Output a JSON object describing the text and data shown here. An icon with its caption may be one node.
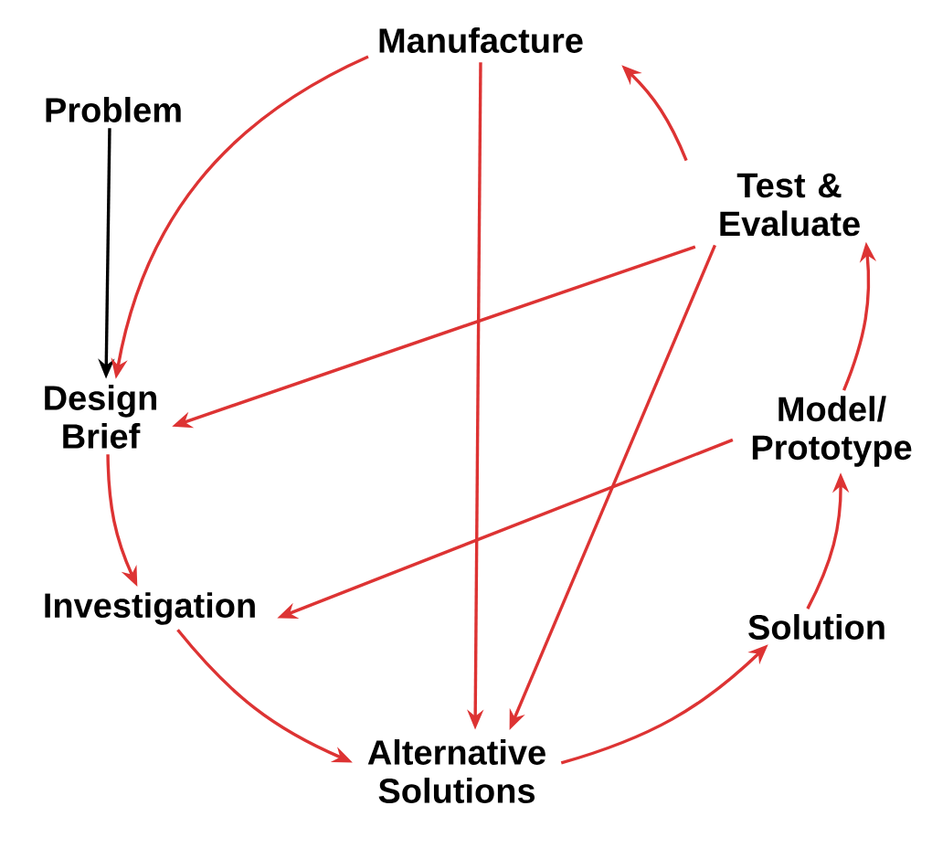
{
  "diagram": {
    "nodes": [
      {
        "text": [
          "Manufacture"
        ]
      },
      {
        "text": [
          "Problem"
        ]
      },
      {
        "text": [
          "Test & Evaluate"
        ]
      },
      {
        "text": [
          "Design Brief"
        ]
      },
      {
        "text": [
          "Model/ Prototype"
        ]
      },
      {
        "text": [
          "Investigation"
        ]
      },
      {
        "text": [
          "Solution"
        ]
      },
      {
        "text": [
          "Alternative Solutions"
        ]
      }
    ],
    "edges": [
      {
        "from": 1,
        "to": 3,
        "arrow": "to",
        "color": "#000000"
      },
      {
        "from": 0,
        "to": 3,
        "arrow": "to"
      },
      {
        "from": 2,
        "to": 0,
        "arrow": "to"
      },
      {
        "from": 4,
        "to": 2,
        "arrow": "to"
      },
      {
        "from": 6,
        "to": 4,
        "arrow": "to"
      },
      {
        "from": 7,
        "to": 6,
        "arrow": "to"
      },
      {
        "from": 5,
        "to": 7,
        "arrow": "to"
      },
      {
        "from": 3,
        "to": 5,
        "arrow": "to"
      },
      {
        "from": 2,
        "to": 3,
        "arrow": "to"
      },
      {
        "from": 0,
        "to": 7,
        "arrow": "to"
      },
      {
        "from": 2,
        "to": 7,
        "arrow": "to"
      },
      {
        "from": 4,
        "to": 5,
        "arrow": "to"
      }
    ]
  }
}
